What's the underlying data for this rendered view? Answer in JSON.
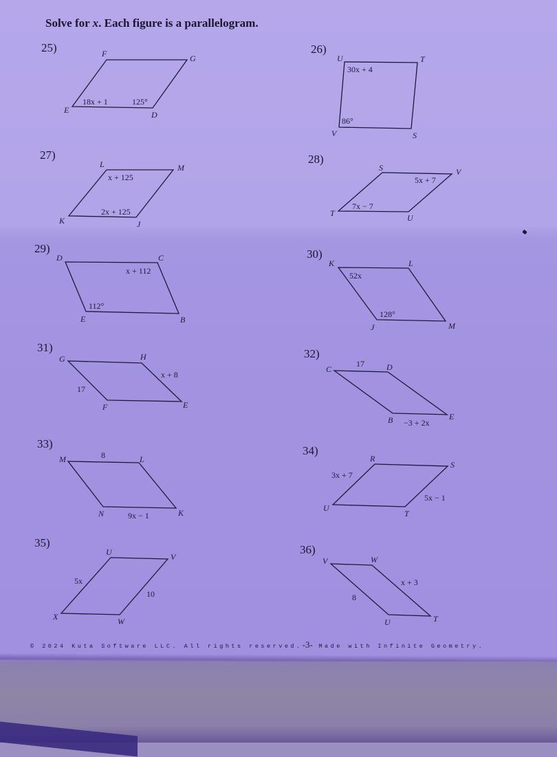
{
  "worksheet": {
    "instructions": {
      "prefix": "Solve for ",
      "variable": "x",
      "suffix": ".  Each figure is a parallelogram."
    },
    "problems": [
      {
        "number": "25)",
        "vertices": [
          "F",
          "G",
          "D",
          "E"
        ],
        "labels": [
          "18x + 1",
          "125°"
        ]
      },
      {
        "number": "26)",
        "vertices": [
          "U",
          "T",
          "S",
          "V"
        ],
        "labels": [
          "30x + 4",
          "86°"
        ]
      },
      {
        "number": "27)",
        "vertices": [
          "L",
          "M",
          "J",
          "K"
        ],
        "labels": [
          "x + 125",
          "2x + 125"
        ]
      },
      {
        "number": "28)",
        "vertices": [
          "S",
          "V",
          "U",
          "T"
        ],
        "labels": [
          "5x + 7",
          "7x − 7"
        ]
      },
      {
        "number": "29)",
        "vertices": [
          "D",
          "C",
          "B",
          "E"
        ],
        "labels": [
          "x + 112",
          "112°"
        ]
      },
      {
        "number": "30)",
        "vertices": [
          "K",
          "L",
          "M",
          "J"
        ],
        "labels": [
          "52x",
          "128°"
        ]
      },
      {
        "number": "31)",
        "vertices": [
          "G",
          "H",
          "E",
          "F"
        ],
        "labels": [
          "x + 8",
          "17"
        ]
      },
      {
        "number": "32)",
        "vertices": [
          "C",
          "D",
          "E",
          "B"
        ],
        "labels": [
          "17",
          "−3 + 2x"
        ]
      },
      {
        "number": "33)",
        "vertices": [
          "M",
          "L",
          "K",
          "N"
        ],
        "labels": [
          "8",
          "9x − 1"
        ]
      },
      {
        "number": "34)",
        "vertices": [
          "R",
          "S",
          "T",
          "U"
        ],
        "labels": [
          "3x + 7",
          "5x − 1"
        ]
      },
      {
        "number": "35)",
        "vertices": [
          "U",
          "V",
          "W",
          "X"
        ],
        "labels": [
          "5x",
          "10"
        ]
      },
      {
        "number": "36)",
        "vertices": [
          "V",
          "W",
          "T",
          "U"
        ],
        "labels": [
          "x + 3",
          "8"
        ]
      }
    ],
    "footer": {
      "copyright": "© 2024 Kuta Software LLC.  All rights reserved.",
      "page": "-3-",
      "made_with": " Made with Infinite Geometry."
    }
  }
}
